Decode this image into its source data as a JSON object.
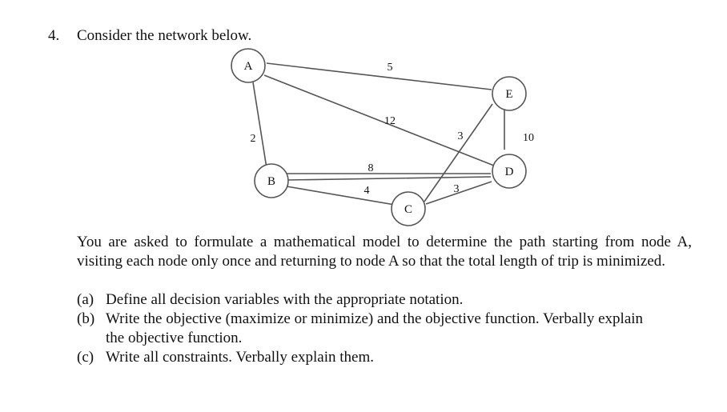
{
  "question": {
    "number": "4.",
    "title": "Consider the network below."
  },
  "graph": {
    "nodes": [
      {
        "id": "A",
        "label": "A"
      },
      {
        "id": "B",
        "label": "B"
      },
      {
        "id": "C",
        "label": "C"
      },
      {
        "id": "D",
        "label": "D"
      },
      {
        "id": "E",
        "label": "E"
      }
    ],
    "edges": [
      {
        "from": "A",
        "to": "E",
        "weight": "5"
      },
      {
        "from": "A",
        "to": "D",
        "weight": "12"
      },
      {
        "from": "A",
        "to": "B",
        "weight": "2"
      },
      {
        "from": "E",
        "to": "D",
        "weight": "10"
      },
      {
        "from": "B",
        "to": "D",
        "weight": "8"
      },
      {
        "from": "B",
        "to": "C",
        "weight": "4"
      },
      {
        "from": "C",
        "to": "E",
        "weight": "3"
      },
      {
        "from": "C",
        "to": "D",
        "weight": "3"
      }
    ]
  },
  "body": {
    "paragraph": "You are asked to formulate a mathematical model to determine the path starting from node A, visiting each node only once and returning to node A so that the total length of trip is minimized.",
    "parts": [
      {
        "label": "(a)",
        "text": "Define all decision variables with the appropriate notation."
      },
      {
        "label": "(b)",
        "text": "Write the objective (maximize or minimize) and the objective function. Verbally explain",
        "continuation": "the objective function."
      },
      {
        "label": "(c)",
        "text": "Write all constraints. Verbally explain them."
      }
    ]
  }
}
